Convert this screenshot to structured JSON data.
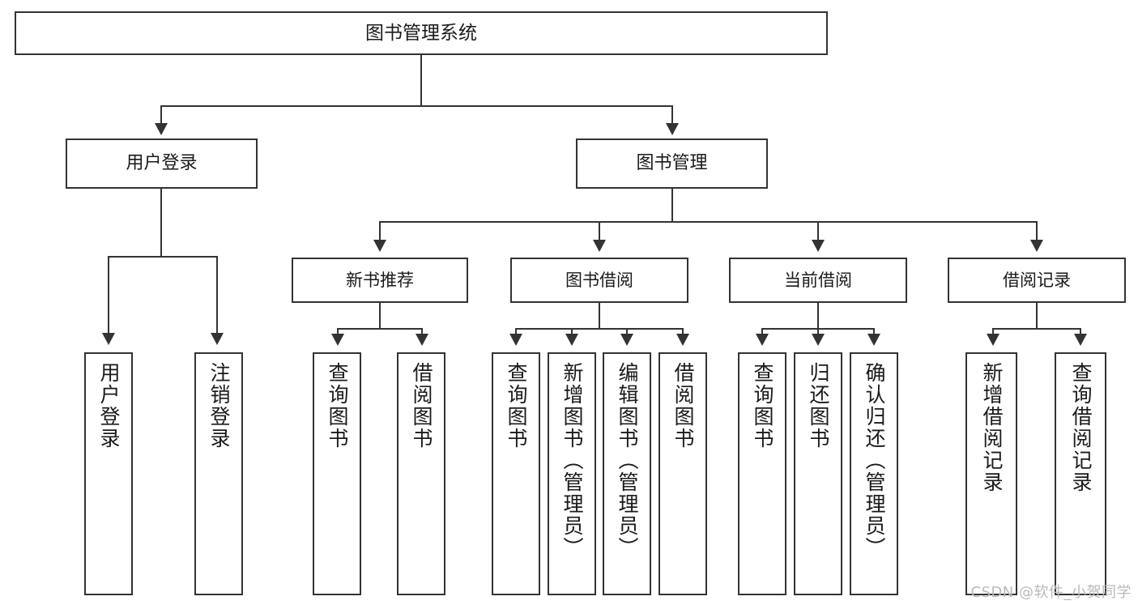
{
  "diagram": {
    "title": "图书管理系统",
    "type": "tree-hierarchy-chart",
    "root": {
      "label": "图书管理系统"
    },
    "level2": [
      {
        "label": "用户登录"
      },
      {
        "label": "图书管理"
      }
    ],
    "level3": [
      {
        "label": "新书推荐"
      },
      {
        "label": "图书借阅"
      },
      {
        "label": "当前借阅"
      },
      {
        "label": "借阅记录"
      }
    ],
    "leaves": [
      {
        "label": "用户登录"
      },
      {
        "label": "注销登录"
      },
      {
        "label": "查询图书"
      },
      {
        "label": "借阅图书"
      },
      {
        "label": "查询图书"
      },
      {
        "label": "新增图书（管理员）"
      },
      {
        "label": "编辑图书（管理员）"
      },
      {
        "label": "借阅图书"
      },
      {
        "label": "查询图书"
      },
      {
        "label": "归还图书"
      },
      {
        "label": "确认归还（管理员）"
      },
      {
        "label": "新增借阅记录"
      },
      {
        "label": "查询借阅记录"
      }
    ]
  },
  "watermark": {
    "text": "CSDN @软件_小贺同学"
  },
  "colors": {
    "stroke": "#333333",
    "background": "#ffffff",
    "text": "#1a1a1a",
    "watermark": "#b9b9b9"
  }
}
